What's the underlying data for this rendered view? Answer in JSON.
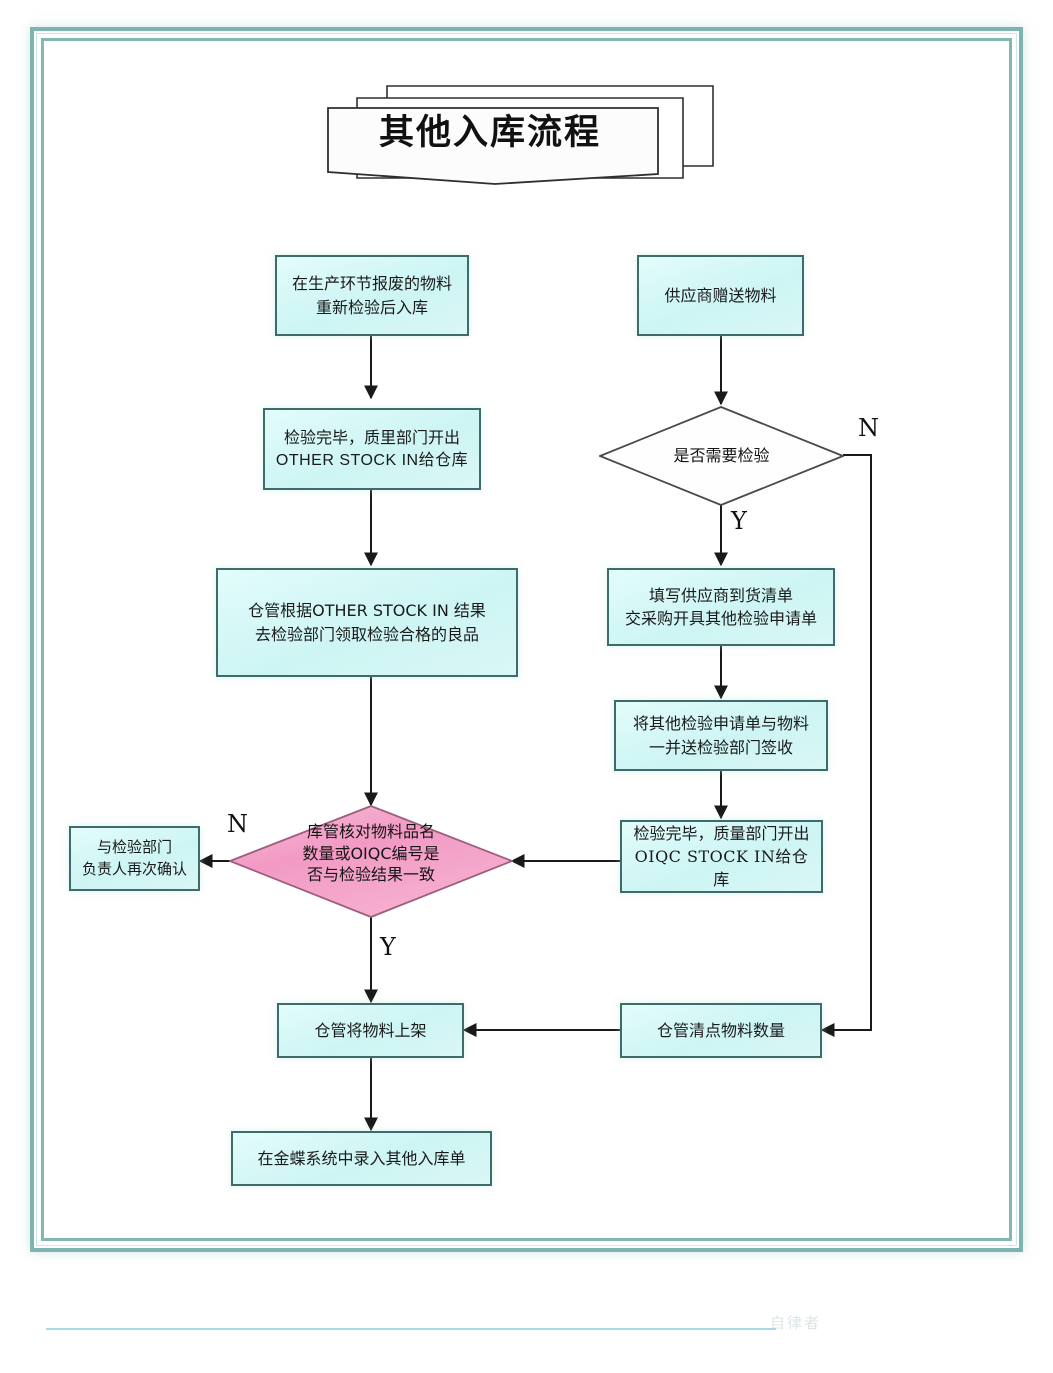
{
  "document": {
    "title": "其他入库流程",
    "watermark": "自律者"
  },
  "colors": {
    "frame": "#7fb3b0",
    "process_fill": "#d3f6f5",
    "process_stroke": "#3f6b68",
    "decision_fill": "#f2a7cb",
    "decision_stroke": "#a86a8c",
    "connector": "#1a1a1a",
    "bottom_rule": "#a9dbe6"
  },
  "flow": {
    "nodes": [
      {
        "id": "n1",
        "type": "process",
        "lines": [
          "在生产环节报废的物料",
          "重新检验后入库"
        ],
        "name": "node-scrap-material-reinspect"
      },
      {
        "id": "n2",
        "type": "process",
        "lines": [
          "检验完毕，质里部门开出",
          "OTHER STOCK IN给仓库"
        ],
        "name": "node-issue-other-stock-in"
      },
      {
        "id": "n3",
        "type": "process",
        "lines": [
          "仓管根据OTHER STOCK IN 结果",
          "去检验部门领取检验合格的良品"
        ],
        "name": "node-warehouse-collect-good-parts"
      },
      {
        "id": "n4",
        "type": "process",
        "lines": [
          "供应商赠送物料"
        ],
        "name": "node-supplier-gift-material"
      },
      {
        "id": "n5",
        "type": "decision",
        "lines": [
          "是否需要检验"
        ],
        "name": "decision-need-inspection"
      },
      {
        "id": "n6",
        "type": "process",
        "lines": [
          "填写供应商到货清单",
          "交采购开具其他检验申请单"
        ],
        "name": "node-fill-supplier-delivery-list"
      },
      {
        "id": "n7",
        "type": "process",
        "lines": [
          "将其他检验申请单与物料",
          "一并送检验部门签收"
        ],
        "name": "node-send-to-inspection-dept"
      },
      {
        "id": "n8",
        "type": "process",
        "lines": [
          "检验完毕，质量部门开出",
          "OIQC   STOCK   IN给仓库"
        ],
        "name": "node-issue-oiqc-stock-in"
      },
      {
        "id": "n9",
        "type": "decision",
        "lines": [
          "库管核对物料品名",
          "数量或OIQC编号是",
          "否与检验结果一致"
        ],
        "name": "decision-verify-material-matches"
      },
      {
        "id": "n10",
        "type": "process",
        "lines": [
          "与检验部门",
          "负责人再次确认"
        ],
        "name": "node-reconfirm-with-inspection-lead"
      },
      {
        "id": "n11",
        "type": "process",
        "lines": [
          "仓管清点物料数量"
        ],
        "name": "node-count-material-quantity"
      },
      {
        "id": "n12",
        "type": "process",
        "lines": [
          "仓管将物料上架"
        ],
        "name": "node-shelve-material"
      },
      {
        "id": "n13",
        "type": "process",
        "lines": [
          "在金蝶系统中录入其他入库单"
        ],
        "name": "node-enter-in-kingdee-system"
      }
    ],
    "branch_labels": [
      {
        "id": "b1",
        "text": "N",
        "name": "branch-label-need-inspection-no"
      },
      {
        "id": "b2",
        "text": "Y",
        "name": "branch-label-need-inspection-yes"
      },
      {
        "id": "b3",
        "text": "N",
        "name": "branch-label-verify-no"
      },
      {
        "id": "b4",
        "text": "Y",
        "name": "branch-label-verify-yes"
      }
    ]
  }
}
